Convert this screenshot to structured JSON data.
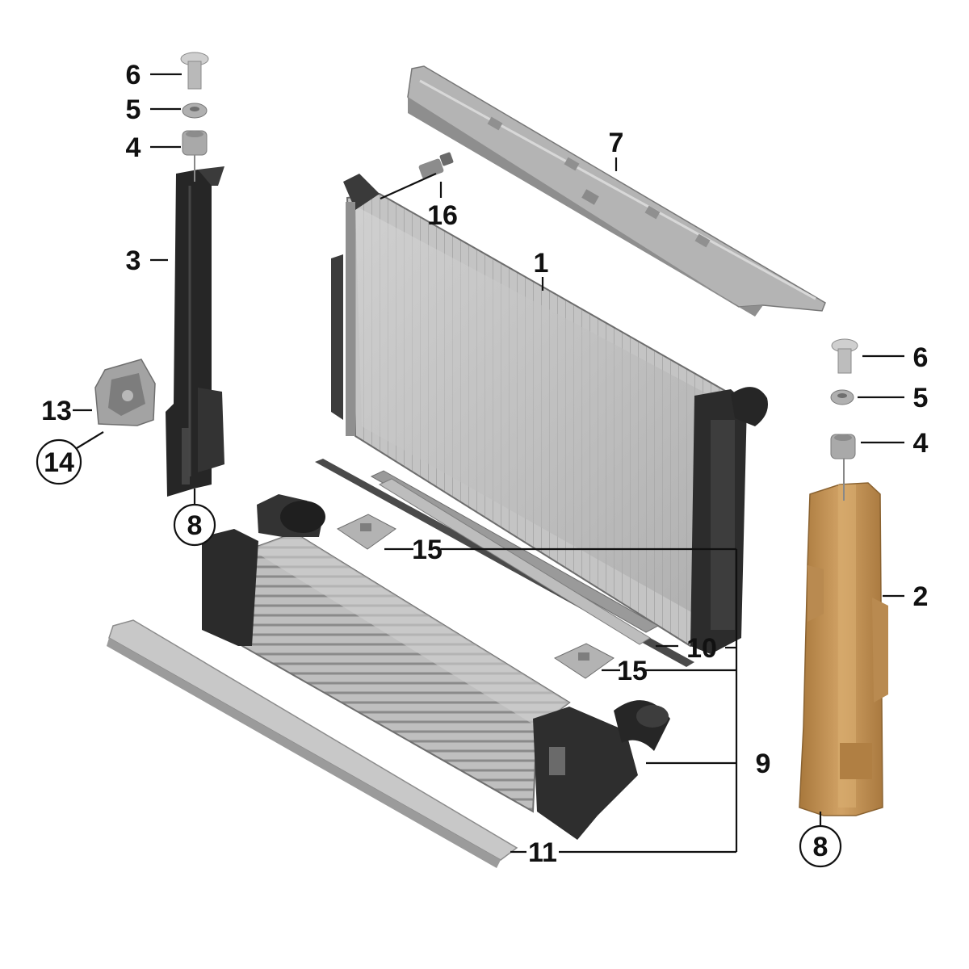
{
  "diagram": {
    "labels": {
      "radiator": "1",
      "right_air_duct": "2",
      "left_air_duct": "3",
      "nut_left": "4",
      "washer_left": "5",
      "pin_left": "6",
      "nut_right": "4",
      "washer_right": "5",
      "pin_right": "6",
      "top_cover": "7",
      "ref_left": "8",
      "ref_right": "8",
      "intercooler": "9",
      "seal": "10",
      "bottom_strip": "11",
      "bracket_part": "13",
      "bracket_ref": "14",
      "clip_upper": "15",
      "clip_lower": "15",
      "sensor": "16"
    },
    "colors": {
      "label_text": "#111111",
      "duct_black": "#2a2a2a",
      "duct_orange": "#c89a58",
      "radiator_core": "#b9b9b9",
      "panel_gray": "#a8a8a8",
      "strip_gray": "#cfcfcf"
    }
  }
}
